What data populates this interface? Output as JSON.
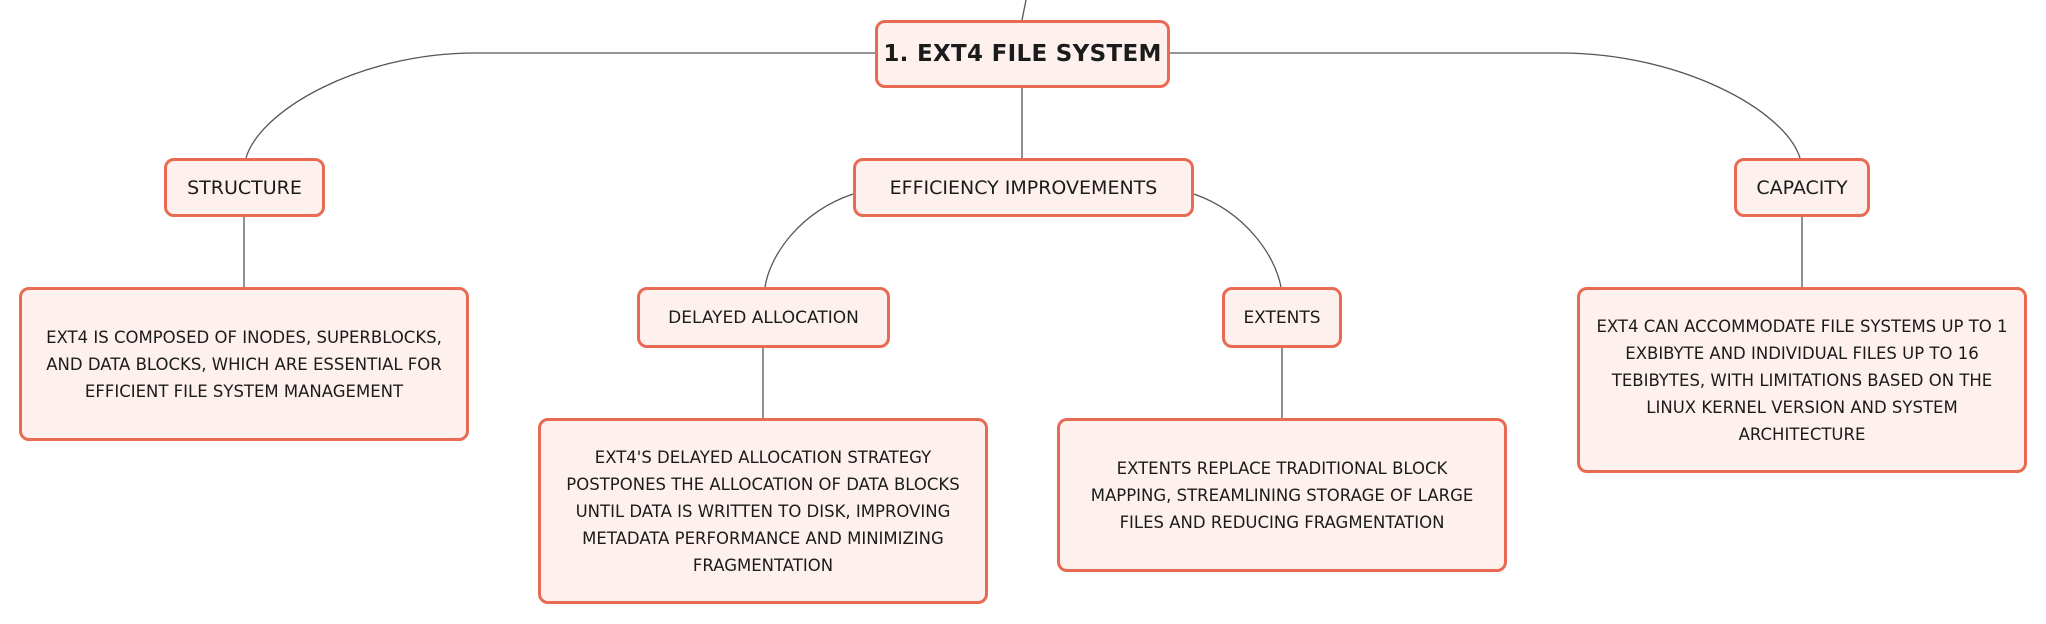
{
  "diagram": {
    "root": {
      "label": "1. EXT4 FILE SYSTEM"
    },
    "structure": {
      "label": "STRUCTURE",
      "detail": "EXT4 IS COMPOSED OF INODES, SUPERBLOCKS, AND DATA BLOCKS, WHICH ARE ESSENTIAL FOR EFFICIENT FILE SYSTEM MANAGEMENT"
    },
    "efficiency": {
      "label": "EFFICIENCY IMPROVEMENTS",
      "delayed_allocation": {
        "label": "DELAYED ALLOCATION",
        "detail": "EXT4'S DELAYED ALLOCATION STRATEGY POSTPONES THE ALLOCATION OF DATA BLOCKS UNTIL DATA IS WRITTEN TO DISK, IMPROVING METADATA PERFORMANCE AND MINIMIZING FRAGMENTATION"
      },
      "extents": {
        "label": "EXTENTS",
        "detail": "EXTENTS REPLACE TRADITIONAL BLOCK MAPPING, STREAMLINING STORAGE OF LARGE FILES AND REDUCING FRAGMENTATION"
      }
    },
    "capacity": {
      "label": "CAPACITY",
      "detail": "EXT4 CAN ACCOMMODATE FILE SYSTEMS UP TO 1 EXBIBYTE AND INDIVIDUAL FILES UP TO 16 TEBIBYTES, WITH LIMITATIONS BASED ON THE LINUX KERNEL VERSION AND SYSTEM ARCHITECTURE"
    }
  },
  "colors": {
    "node_border": "#e86a52",
    "node_fill": "#fdf0ed",
    "connector": "#555555",
    "text": "#1b1b1b"
  }
}
